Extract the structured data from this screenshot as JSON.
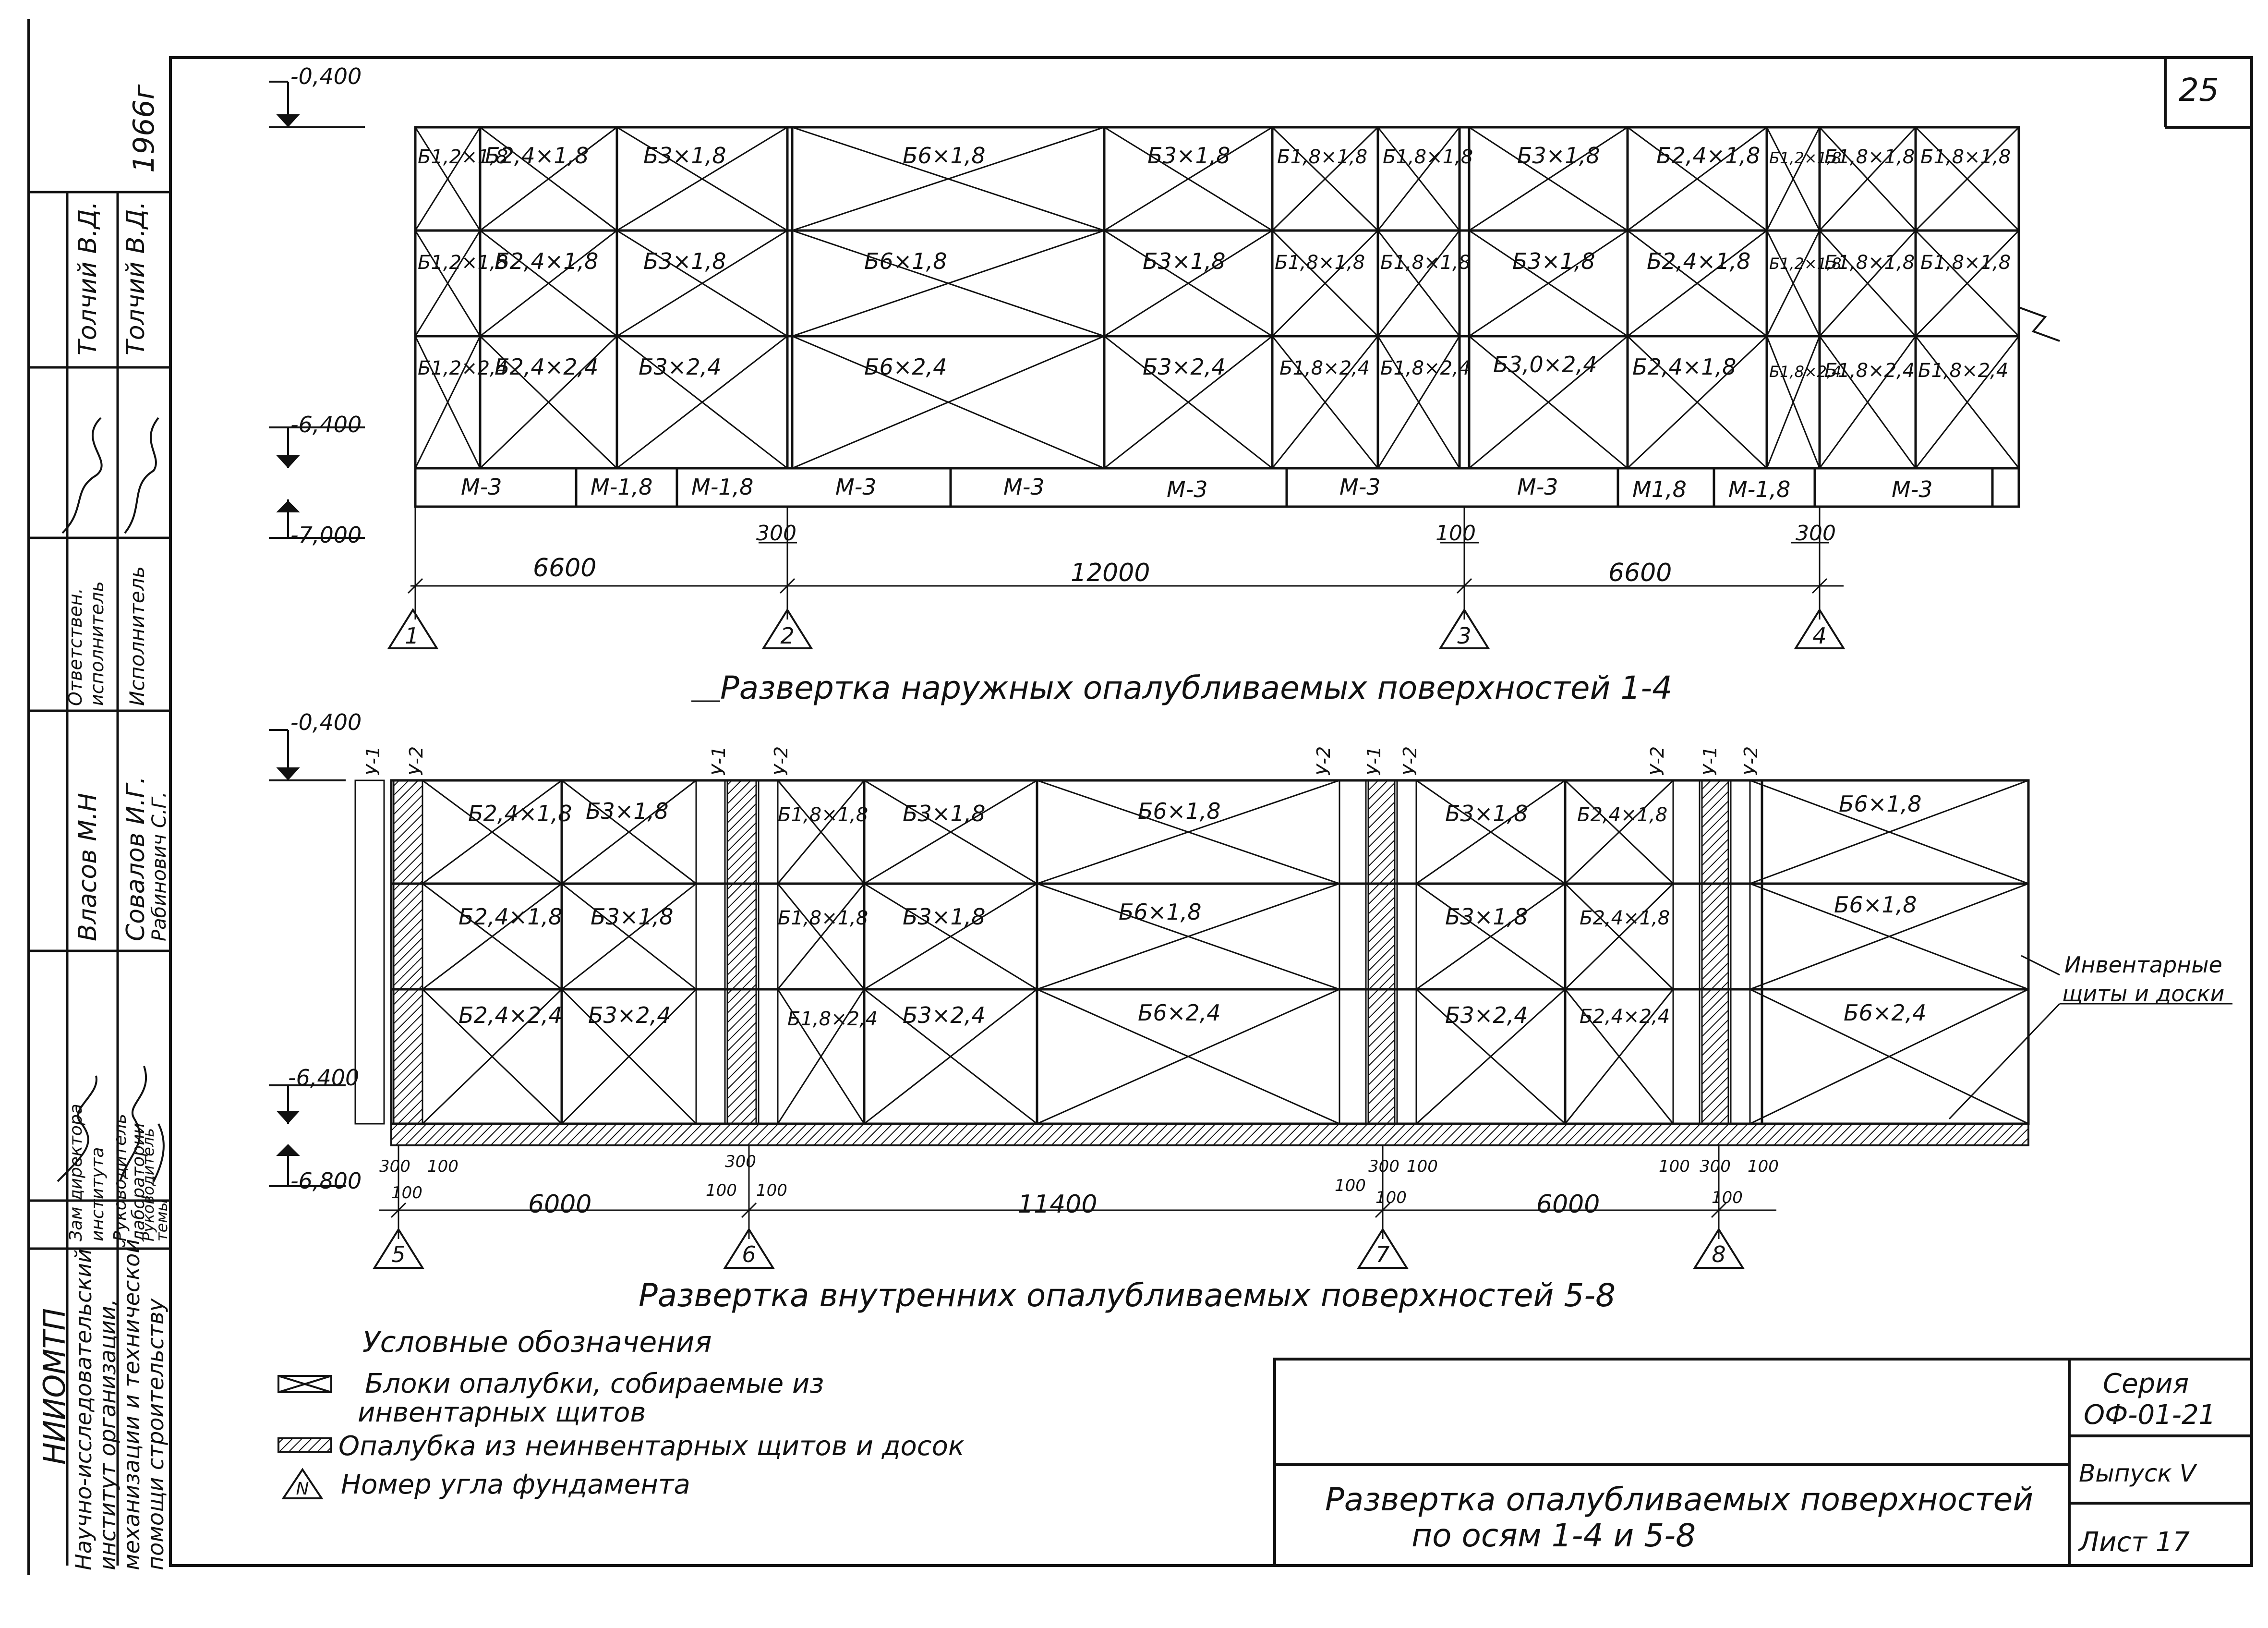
{
  "sheet_number": "25",
  "side_stamp": {
    "org_short": "НИИОМТП",
    "org_full": [
      "Научно-исследовательский",
      "институт организации,",
      "механизации и технической",
      "помощи строительству"
    ],
    "year": "1966г",
    "rows": [
      {
        "role": [
          "Зам директора",
          "института"
        ],
        "name": "Власов М.Н"
      },
      {
        "role": [
          "Руководитель",
          "лаборатории"
        ],
        "name": "Совалов И.Г."
      },
      {
        "role": [
          "Руководитель",
          "темы"
        ],
        "name": "Рабинович С.Г."
      },
      {
        "role": [
          "Ответствен.",
          "исполнитель"
        ],
        "name": "Толчий В.Д."
      },
      {
        "role": [
          "Исполнитель"
        ],
        "name": "Толчий В.Д."
      }
    ]
  },
  "outer": {
    "title": "Развертка наружных опалубливаемых поверхностей 1-4",
    "levels": [
      "-0,400",
      "-6,400",
      "-7,000"
    ],
    "row1": [
      "Б1,2×1,8",
      "Б2,4×1,8",
      "Б3×1,8",
      "Б6×1,8",
      "Б3×1,8",
      "Б1,8×1,8",
      "Б1,8×1,8",
      "Б3×1,8",
      "Б2,4×1,8",
      "Б1,2×1,8",
      "Б1,8×1,8",
      "Б1,8×1,8"
    ],
    "row2": [
      "Б1,2×1,8",
      "Б2,4×1,8",
      "Б3×1,8",
      "Б6×1,8",
      "Б3×1,8",
      "Б1,8×1,8",
      "Б1,8×1,8",
      "Б3×1,8",
      "Б2,4×1,8",
      "Б1,2×1,8",
      "Б1,8×1,8",
      "Б1,8×1,8"
    ],
    "row3": [
      "Б1,2×2,4",
      "Б2,4×2,4",
      "Б3×2,4",
      "Б6×2,4",
      "Б3×2,4",
      "Б1,8×2,4",
      "Б1,8×2,4",
      "Б3,0×2,4",
      "Б2,4×1,8",
      "Б1,8×2,4",
      "Б1,8×2,4",
      "Б1,8×2,4"
    ],
    "m_boards": [
      "М-3",
      "М-1,8",
      "М-1,8",
      "М-3",
      "М-3",
      "М-3",
      "М-3",
      "М-3",
      "М1,8",
      "М-1,8",
      "М-3"
    ],
    "small_dims": [
      "300",
      "100",
      "300"
    ],
    "dims": [
      "6600",
      "12000",
      "6600"
    ],
    "corners": [
      "1",
      "2",
      "3",
      "4"
    ]
  },
  "inner": {
    "title": "Развертка внутренних опалубливаемых поверхностей 5-8",
    "levels": [
      "-0,400",
      "-6,400",
      "-6,800"
    ],
    "u_labels": [
      "У-1",
      "У-2",
      "У-1",
      "У-2",
      "У-2",
      "У-1",
      "У-2",
      "У-2",
      "У-1",
      "У-2"
    ],
    "row1": [
      "Б2,4×1,8",
      "Б3×1,8",
      "Б1,8×1,8",
      "Б3×1,8",
      "Б6×1,8",
      "Б3×1,8",
      "Б2,4×1,8",
      "Б6×1,8"
    ],
    "row2": [
      "Б2,4×1,8",
      "Б3×1,8",
      "Б1,8×1,8",
      "Б3×1,8",
      "Б6×1,8",
      "Б3×1,8",
      "Б2,4×1,8",
      "Б6×1,8"
    ],
    "row3": [
      "Б2,4×2,4",
      "Б3×2,4",
      "Б1,8×2,4",
      "Б3×2,4",
      "Б6×2,4",
      "Б3×2,4",
      "Б2,4×2,4",
      "Б6×2,4"
    ],
    "note": [
      "Инвентарные",
      "щиты и доски"
    ],
    "small_dims": [
      "300",
      "100",
      "100",
      "300",
      "100",
      "100",
      "100",
      "300",
      "100",
      "100",
      "100",
      "300",
      "100",
      "100"
    ],
    "dims": [
      "6000",
      "11400",
      "6000"
    ],
    "corners": [
      "5",
      "6",
      "7",
      "8"
    ]
  },
  "legend": {
    "title": "Условные обозначения",
    "items": [
      "Блоки опалубки, собираемые из",
      "инвентарных щитов",
      "Опалубка из неинвентарных щитов и досок",
      "Номер угла фундамента"
    ]
  },
  "title_block": {
    "title": [
      "Развертка опалубливаемых поверхностей",
      "по осям 1-4 и 5-8"
    ],
    "series_label": "Серия",
    "series": "ОФ-01-21",
    "issue": "Выпуск V",
    "sheet": "Лист 17"
  }
}
